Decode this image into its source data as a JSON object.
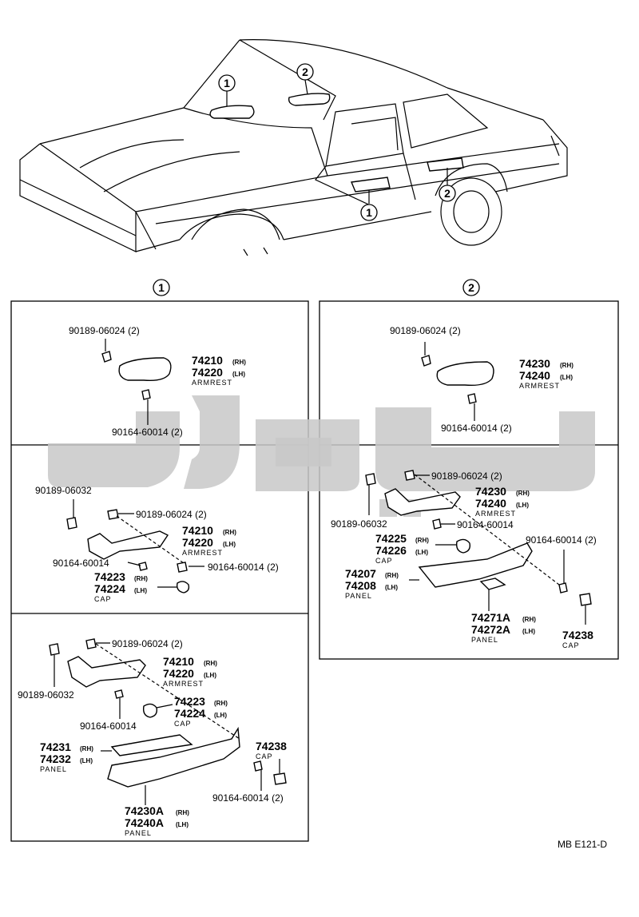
{
  "car": {
    "callout_1_top": "1",
    "callout_2_top": "2",
    "callout_1_door": "1",
    "callout_2_door": "2"
  },
  "section_1": {
    "marker": "1",
    "panel_a": {
      "screw_clip": "90189-06024 (2)",
      "armrest_rh_no": "74210",
      "armrest_rh_sfx": "(RH)",
      "armrest_lh_no": "74220",
      "armrest_lh_sfx": "(LH)",
      "armrest_label": "ARMREST",
      "screw": "90164-60014 (2)"
    },
    "panel_b": {
      "clip_left": "90189-06032",
      "clip_top": "90189-06024 (2)",
      "armrest_rh_no": "74210",
      "armrest_rh_sfx": "(RH)",
      "armrest_lh_no": "74220",
      "armrest_lh_sfx": "(LH)",
      "armrest_label": "ARMREST",
      "screw_left": "90164-60014",
      "screw_right": "90164-60014 (2)",
      "cap_rh_no": "74223",
      "cap_rh_sfx": "(RH)",
      "cap_lh_no": "74224",
      "cap_lh_sfx": "(LH)",
      "cap_label": "CAP"
    },
    "panel_c": {
      "clip_top": "90189-06024 (2)",
      "clip_left": "90189-06032",
      "armrest_rh_no": "74210",
      "armrest_rh_sfx": "(RH)",
      "armrest_lh_no": "74220",
      "armrest_lh_sfx": "(LH)",
      "armrest_label": "ARMREST",
      "cap_rh_no": "74223",
      "cap_rh_sfx": "(RH)",
      "cap_lh_no": "74224",
      "cap_lh_sfx": "(LH)",
      "cap_label": "CAP",
      "screw_left": "90164-60014",
      "panel_rh_no": "74231",
      "panel_rh_sfx": "(RH)",
      "panel_lh_no": "74232",
      "panel_lh_sfx": "(LH)",
      "panel_label": "PANEL",
      "cap2_no": "74238",
      "cap2_label": "CAP",
      "screw_right": "90164-60014 (2)",
      "panel2_rh_no": "74230A",
      "panel2_rh_sfx": "(RH)",
      "panel2_lh_no": "74240A",
      "panel2_lh_sfx": "(LH)",
      "panel2_label": "PANEL"
    }
  },
  "section_2": {
    "marker": "2",
    "panel_a": {
      "screw_clip": "90189-06024 (2)",
      "armrest_rh_no": "74230",
      "armrest_rh_sfx": "(RH)",
      "armrest_lh_no": "74240",
      "armrest_lh_sfx": "(LH)",
      "armrest_label": "ARMREST",
      "screw": "90164-60014 (2)"
    },
    "panel_b": {
      "clip_top": "90189-06024 (2)",
      "clip_left": "90189-06032",
      "armrest_rh_no": "74230",
      "armrest_rh_sfx": "(RH)",
      "armrest_lh_no": "74240",
      "armrest_lh_sfx": "(LH)",
      "armrest_label": "ARMREST",
      "screw_mid": "90164-60014",
      "screw_right": "90164-60014 (2)",
      "cap_rh_no": "74225",
      "cap_rh_sfx": "(RH)",
      "cap_lh_no": "74226",
      "cap_lh_sfx": "(LH)",
      "cap_label": "CAP",
      "panel_rh_no": "74207",
      "panel_rh_sfx": "(RH)",
      "panel_lh_no": "74208",
      "panel_lh_sfx": "(LH)",
      "panel_label": "PANEL",
      "panel2_rh_no": "74271A",
      "panel2_rh_sfx": "(RH)",
      "panel2_lh_no": "74272A",
      "panel2_lh_sfx": "(LH)",
      "panel2_label": "PANEL",
      "cap2_no": "74238",
      "cap2_label": "CAP"
    }
  },
  "ref_code": "MB E121-D"
}
